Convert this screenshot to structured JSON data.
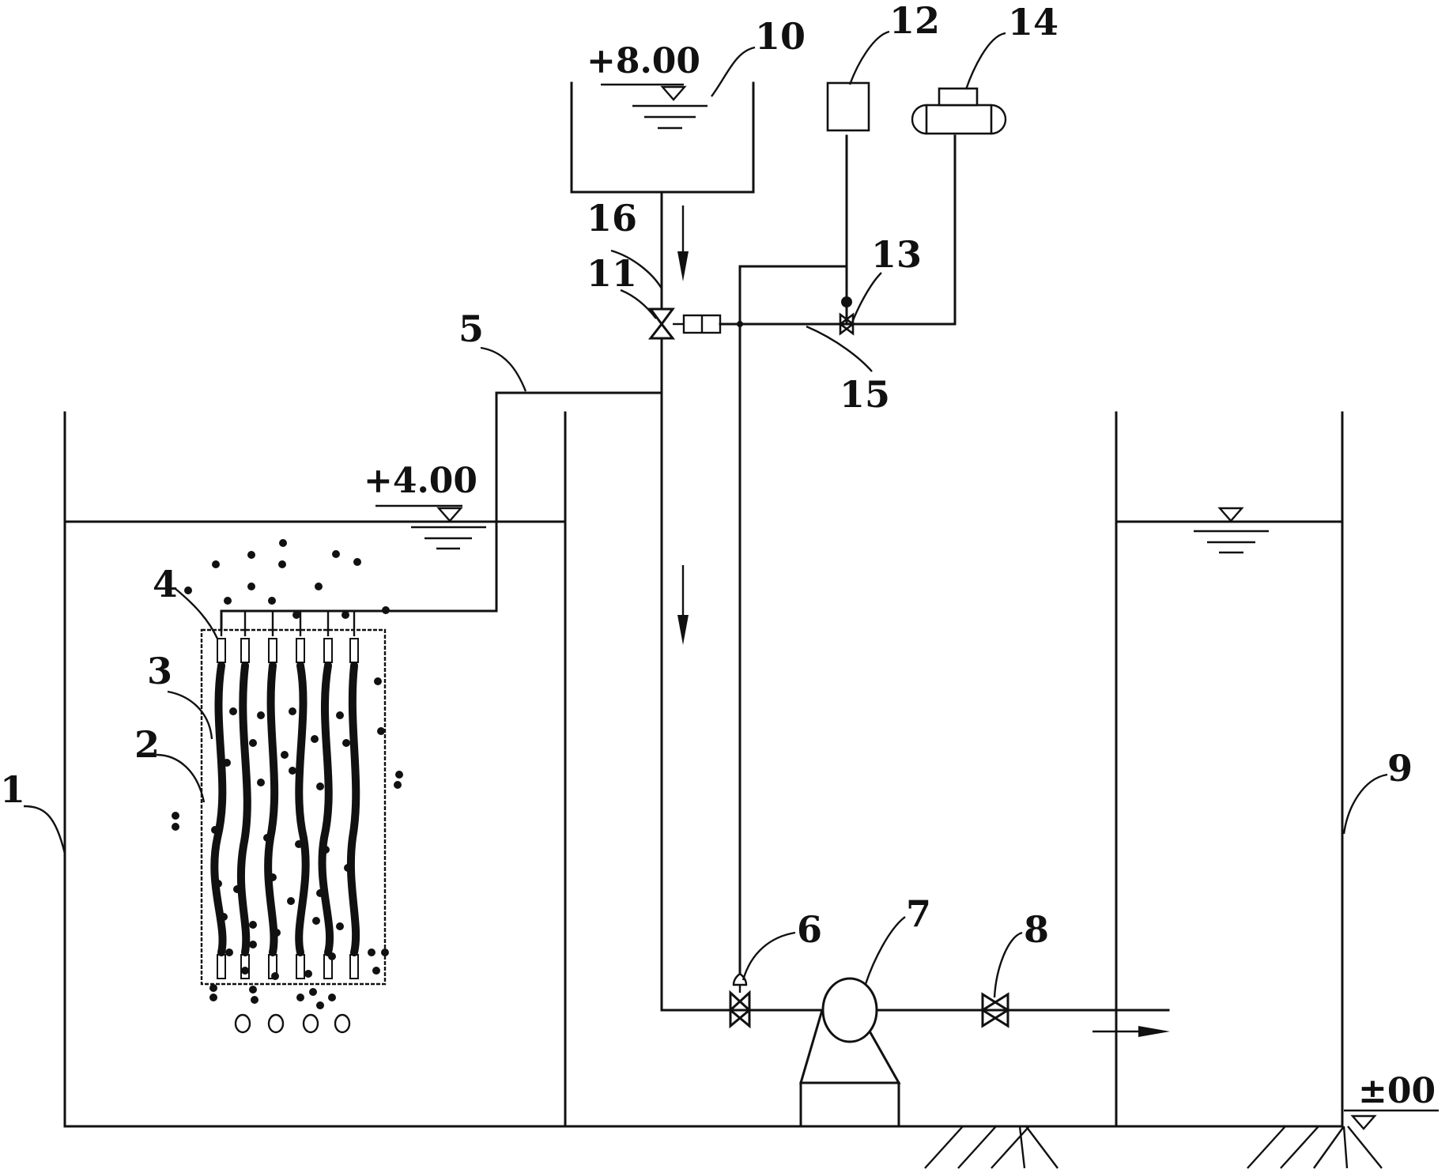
{
  "labels": {
    "n1": "1",
    "n2": "2",
    "n3": "3",
    "n4": "4",
    "n5": "5",
    "n6": "6",
    "n7": "7",
    "n8": "8",
    "n9": "9",
    "n10": "10",
    "n11": "11",
    "n12": "12",
    "n13": "13",
    "n14": "14",
    "n15": "15",
    "n16": "16"
  },
  "elevations": {
    "head_tank": "+8.00",
    "reactor": "+4.00",
    "ground": "±00"
  }
}
